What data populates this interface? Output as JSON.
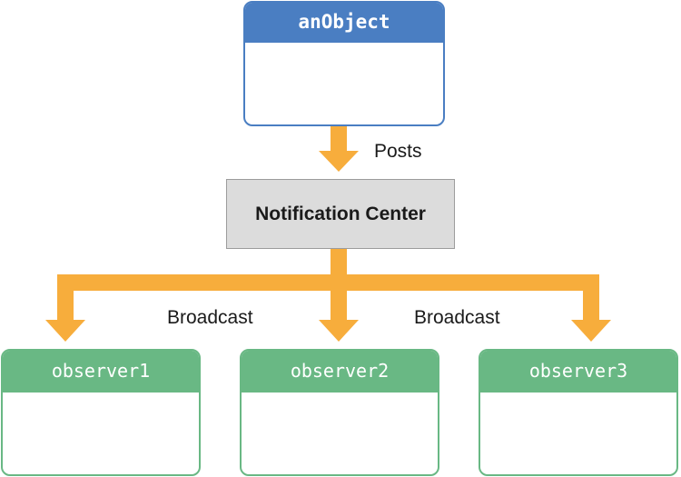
{
  "diagram": {
    "source_object": {
      "title": "anObject"
    },
    "hub": {
      "label": "Notification Center"
    },
    "edge_labels": {
      "post": "Posts",
      "broadcast_left": "Broadcast",
      "broadcast_right": "Broadcast"
    },
    "observers": [
      {
        "title": "observer1"
      },
      {
        "title": "observer2"
      },
      {
        "title": "observer3"
      }
    ]
  },
  "colors": {
    "object_header": "#4a7ec2",
    "observer_header": "#69b884",
    "arrow": "#f7ad3c",
    "hub_fill": "#dcdcdc",
    "hub_border": "#9c9c9c"
  }
}
